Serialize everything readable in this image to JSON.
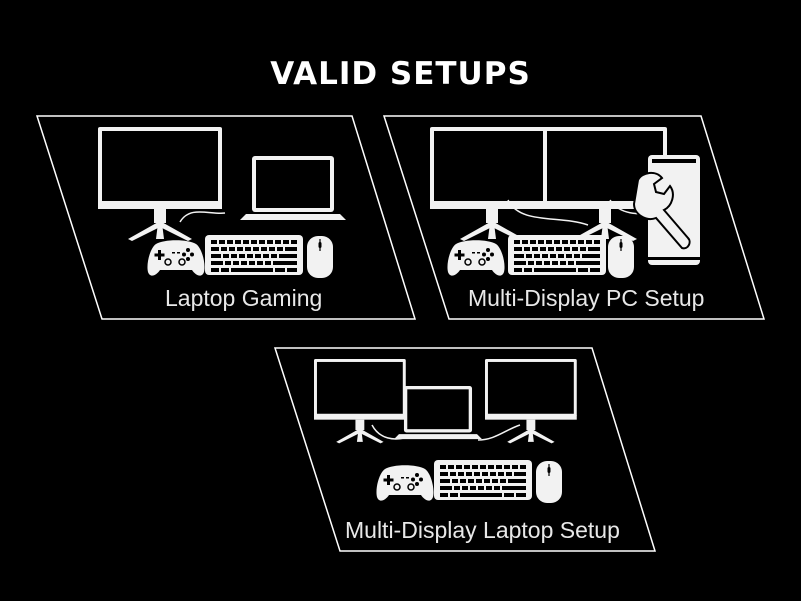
{
  "page": {
    "title": "VALID SETUPS",
    "background_color": "#000000",
    "line_color": "#ffffff",
    "device_color": "#f2f2f2"
  },
  "panels": [
    {
      "label": "Laptop Gaming",
      "devices": [
        "monitor-icon",
        "laptop-icon",
        "gamepad-icon",
        "keyboard-icon",
        "mouse-icon"
      ]
    },
    {
      "label": "Multi-Display PC Setup",
      "devices": [
        "monitor-icon",
        "monitor-icon",
        "pc-tower-icon",
        "wrench-icon",
        "gamepad-icon",
        "keyboard-icon",
        "mouse-icon"
      ]
    },
    {
      "label": "Multi-Display Laptop Setup",
      "devices": [
        "monitor-icon",
        "laptop-icon",
        "monitor-icon",
        "gamepad-icon",
        "keyboard-icon",
        "mouse-icon"
      ]
    }
  ]
}
